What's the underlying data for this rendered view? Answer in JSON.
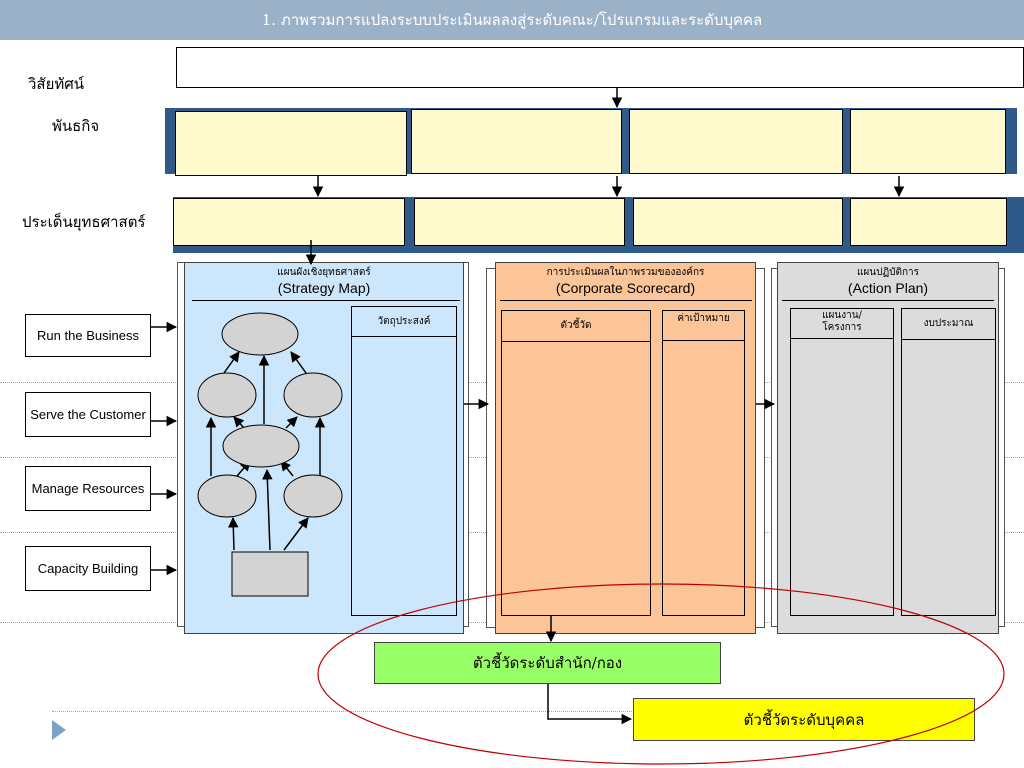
{
  "header": {
    "title": "1. ภาพรวมการแปลงระบบประเมินผลลงสู่ระดับคณะ/โปรแกรมและระดับบุคคล"
  },
  "rows": {
    "vision": "วิสัยทัศน์",
    "mission": "พันธกิจ",
    "strategic_issues": "ประเด็นยุทธศาสตร์"
  },
  "side_labels": [
    "Run the Business",
    "Serve the Customer",
    "Manage Resources",
    "Capacity Building"
  ],
  "strategy_panel": {
    "title_th": "แผนผังเชิงยุทธศาสตร์",
    "title_en": "(Strategy Map)",
    "column_header": "วัตถุประสงค์"
  },
  "scorecard_panel": {
    "title_th": "การประเมินผลในภาพรวมขององค์กร",
    "title_en": "(Corporate Scorecard)",
    "column_kpi": "ตัวชี้วัด",
    "column_target": "ค่าเป้าหมาย"
  },
  "action_panel": {
    "title_th": "แผนปฏิบัติการ",
    "title_en": "(Action Plan)",
    "column_plan": "แผนงาน/โครงการ",
    "column_budget": "งบประมาณ"
  },
  "kpi_boxes": {
    "office": "ตัวชี้วัดระดับสำนัก/กอง",
    "individual": "ตัวชี้วัดระดับบุคคล"
  },
  "colors": {
    "header_bar": "#9bb1c8",
    "band_blue": "#2e5a8a",
    "box_yellow": "#fffacd",
    "strategy_bg": "#cce7fb",
    "scorecard_bg": "#fbc597",
    "action_bg": "#dcdcdc",
    "kpi_green": "#99ff66",
    "kpi_yellow": "#ffff00",
    "ellipse_red": "#c00000"
  }
}
